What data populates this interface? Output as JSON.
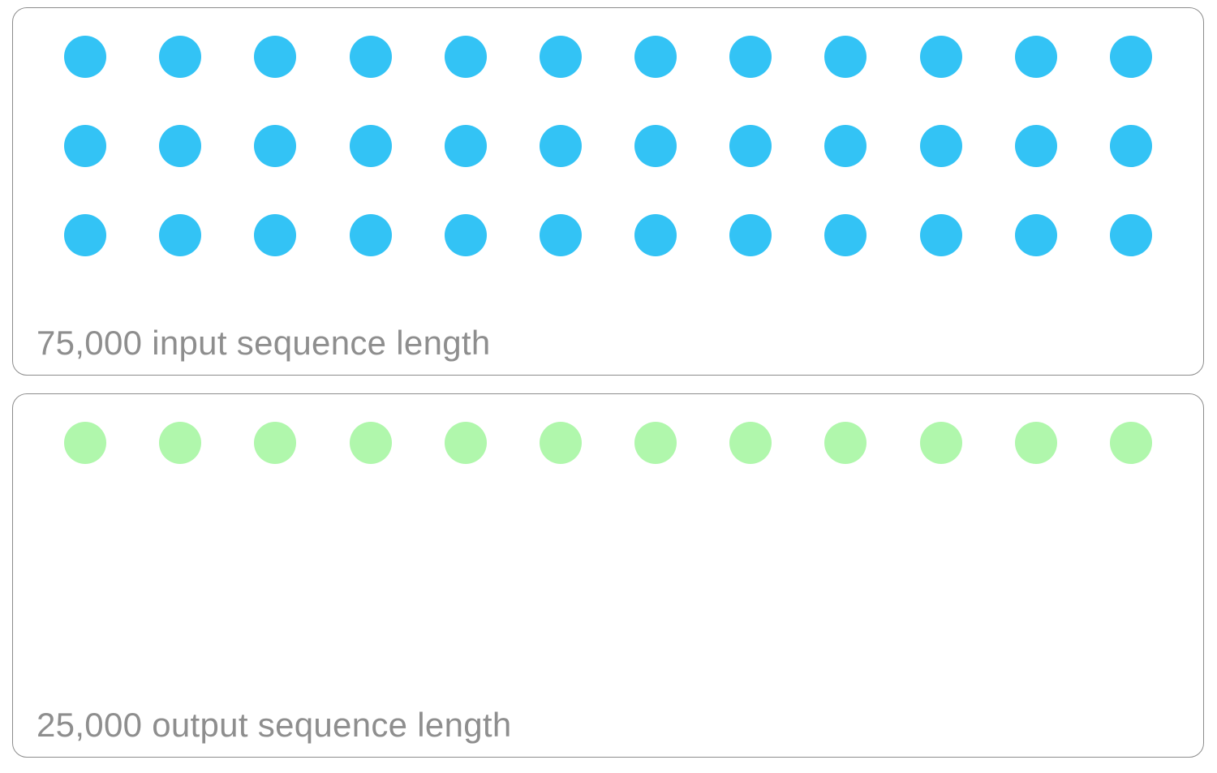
{
  "figure": {
    "description_values": {
      "input_sequence_length": "75,000",
      "output_sequence_length": "25,000"
    }
  },
  "panels": [
    {
      "id": "input",
      "label": "75,000 input sequence length",
      "dot_color": "#33c3f5",
      "dot_rows": 3,
      "dots_per_row": 12,
      "total_dots": 36
    },
    {
      "id": "output",
      "label": "25,000 output sequence length",
      "dot_color": "#b0f7ac",
      "dot_rows": 1,
      "dots_per_row": 12,
      "total_dots": 12
    }
  ],
  "colors": {
    "background": "#ffffff",
    "panel_border": "#8c8c8c",
    "label_text": "#8e8e8e",
    "input_dot": "#33c3f5",
    "output_dot": "#b0f7ac"
  }
}
